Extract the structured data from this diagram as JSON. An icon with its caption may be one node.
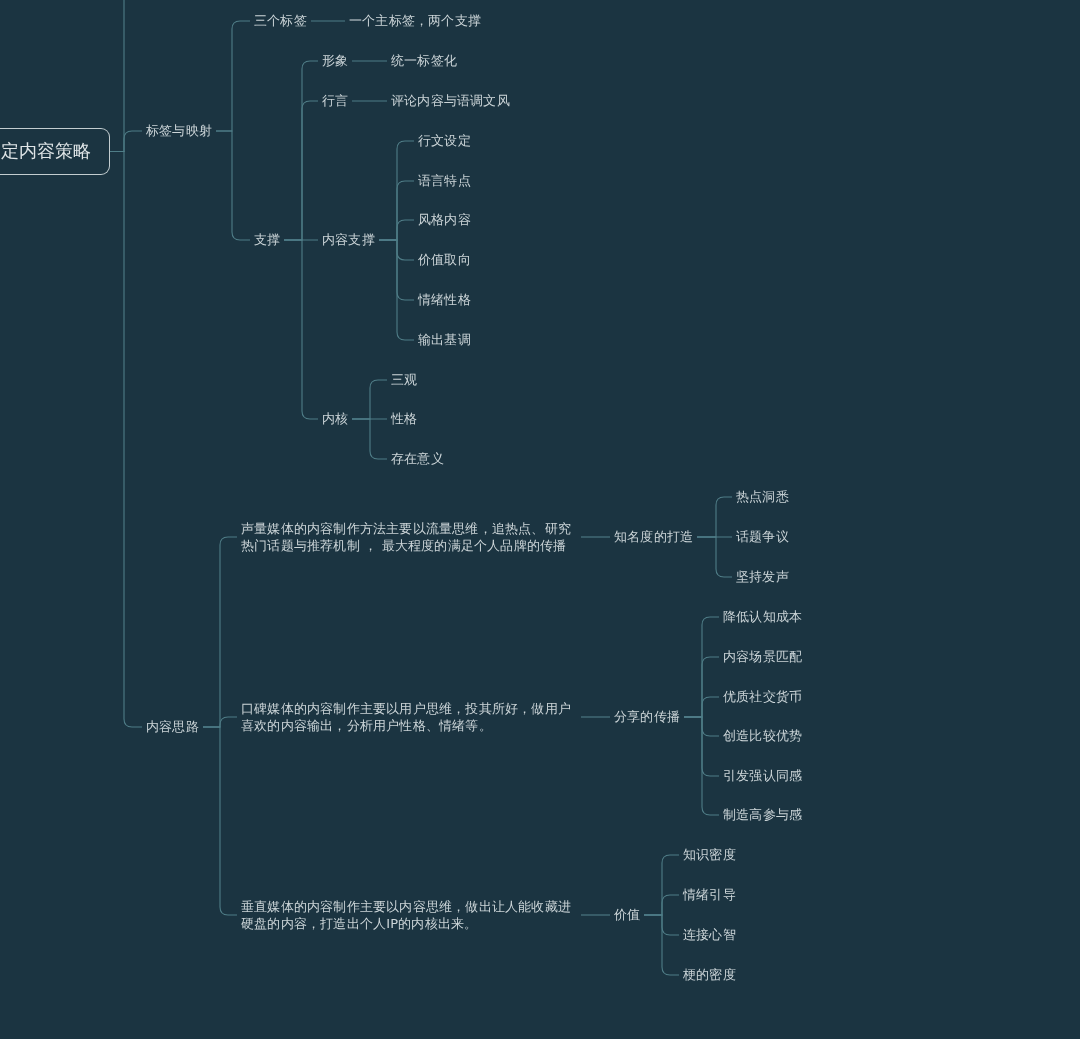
{
  "diagram": {
    "nodes": [
      {
        "text": [
          "定内容策略"
        ]
      },
      {
        "text": [
          "标签与映射"
        ]
      },
      {
        "text": [
          "三个标签"
        ]
      },
      {
        "text": [
          "一个主标签，两个支撑"
        ]
      },
      {
        "text": [
          "支撑"
        ]
      },
      {
        "text": [
          "形象"
        ]
      },
      {
        "text": [
          "统一标签化"
        ]
      },
      {
        "text": [
          "行言"
        ]
      },
      {
        "text": [
          "评论内容与语调文风"
        ]
      },
      {
        "text": [
          "内容支撑"
        ]
      },
      {
        "text": [
          "行文设定"
        ]
      },
      {
        "text": [
          "语言特点"
        ]
      },
      {
        "text": [
          "风格内容"
        ]
      },
      {
        "text": [
          "价值取向"
        ]
      },
      {
        "text": [
          "情绪性格"
        ]
      },
      {
        "text": [
          "输出基调"
        ]
      },
      {
        "text": [
          "内核"
        ]
      },
      {
        "text": [
          "三观"
        ]
      },
      {
        "text": [
          "性格"
        ]
      },
      {
        "text": [
          "存在意义"
        ]
      },
      {
        "text": [
          "内容思路"
        ]
      },
      {
        "text": [
          "声量媒体的内容制作方法主要以流量思维，追热点、研究热门话题与推荐机制 ， 最大程度的满足个人品牌的传播"
        ]
      },
      {
        "text": [
          "知名度的打造"
        ]
      },
      {
        "text": [
          "热点洞悉"
        ]
      },
      {
        "text": [
          "话题争议"
        ]
      },
      {
        "text": [
          "坚持发声"
        ]
      },
      {
        "text": [
          "口碑媒体的内容制作主要以用户思维，投其所好，做用户喜欢的内容输出，分析用户性格、情绪等。"
        ]
      },
      {
        "text": [
          "分享的传播"
        ]
      },
      {
        "text": [
          "降低认知成本"
        ]
      },
      {
        "text": [
          "内容场景匹配"
        ]
      },
      {
        "text": [
          "优质社交货币"
        ]
      },
      {
        "text": [
          "创造比较优势"
        ]
      },
      {
        "text": [
          "引发强认同感"
        ]
      },
      {
        "text": [
          "制造高参与感"
        ]
      },
      {
        "text": [
          "垂直媒体的内容制作主要以内容思维，做出让人能收藏进硬盘的内容，打造出个人IP的内核出来。"
        ]
      },
      {
        "text": [
          "价值"
        ]
      },
      {
        "text": [
          "知识密度"
        ]
      },
      {
        "text": [
          "情绪引导"
        ]
      },
      {
        "text": [
          "连接心智"
        ]
      },
      {
        "text": [
          "梗的密度"
        ]
      }
    ],
    "edges": [
      {
        "from": 0,
        "to": null,
        "arrow": "none"
      },
      {
        "from": 0,
        "to": 1,
        "arrow": "none"
      },
      {
        "from": 1,
        "to": 2,
        "arrow": "none"
      },
      {
        "from": 2,
        "to": 3,
        "arrow": "none"
      },
      {
        "from": 1,
        "to": 4,
        "arrow": "none"
      },
      {
        "from": 4,
        "to": 5,
        "arrow": "none"
      },
      {
        "from": 5,
        "to": 6,
        "arrow": "none"
      },
      {
        "from": 4,
        "to": 7,
        "arrow": "none"
      },
      {
        "from": 7,
        "to": 8,
        "arrow": "none"
      },
      {
        "from": 4,
        "to": 9,
        "arrow": "none"
      },
      {
        "from": 9,
        "to": 10,
        "arrow": "none"
      },
      {
        "from": 9,
        "to": 11,
        "arrow": "none"
      },
      {
        "from": 9,
        "to": 12,
        "arrow": "none"
      },
      {
        "from": 9,
        "to": 13,
        "arrow": "none"
      },
      {
        "from": 9,
        "to": 14,
        "arrow": "none"
      },
      {
        "from": 9,
        "to": 15,
        "arrow": "none"
      },
      {
        "from": 4,
        "to": 16,
        "arrow": "none"
      },
      {
        "from": 16,
        "to": 17,
        "arrow": "none"
      },
      {
        "from": 16,
        "to": 18,
        "arrow": "none"
      },
      {
        "from": 16,
        "to": 19,
        "arrow": "none"
      },
      {
        "from": 0,
        "to": 20,
        "arrow": "none"
      },
      {
        "from": 20,
        "to": 21,
        "arrow": "none"
      },
      {
        "from": 21,
        "to": 22,
        "arrow": "none"
      },
      {
        "from": 22,
        "to": 23,
        "arrow": "none"
      },
      {
        "from": 22,
        "to": 24,
        "arrow": "none"
      },
      {
        "from": 22,
        "to": 25,
        "arrow": "none"
      },
      {
        "from": 20,
        "to": 26,
        "arrow": "none"
      },
      {
        "from": 26,
        "to": 27,
        "arrow": "none"
      },
      {
        "from": 27,
        "to": 28,
        "arrow": "none"
      },
      {
        "from": 27,
        "to": 29,
        "arrow": "none"
      },
      {
        "from": 27,
        "to": 30,
        "arrow": "none"
      },
      {
        "from": 27,
        "to": 31,
        "arrow": "none"
      },
      {
        "from": 27,
        "to": 32,
        "arrow": "none"
      },
      {
        "from": 27,
        "to": 33,
        "arrow": "none"
      },
      {
        "from": 20,
        "to": 34,
        "arrow": "none"
      },
      {
        "from": 34,
        "to": 35,
        "arrow": "none"
      },
      {
        "from": 35,
        "to": 36,
        "arrow": "none"
      },
      {
        "from": 35,
        "to": 37,
        "arrow": "none"
      },
      {
        "from": 35,
        "to": 38,
        "arrow": "none"
      },
      {
        "from": 35,
        "to": 39,
        "arrow": "none"
      }
    ]
  }
}
